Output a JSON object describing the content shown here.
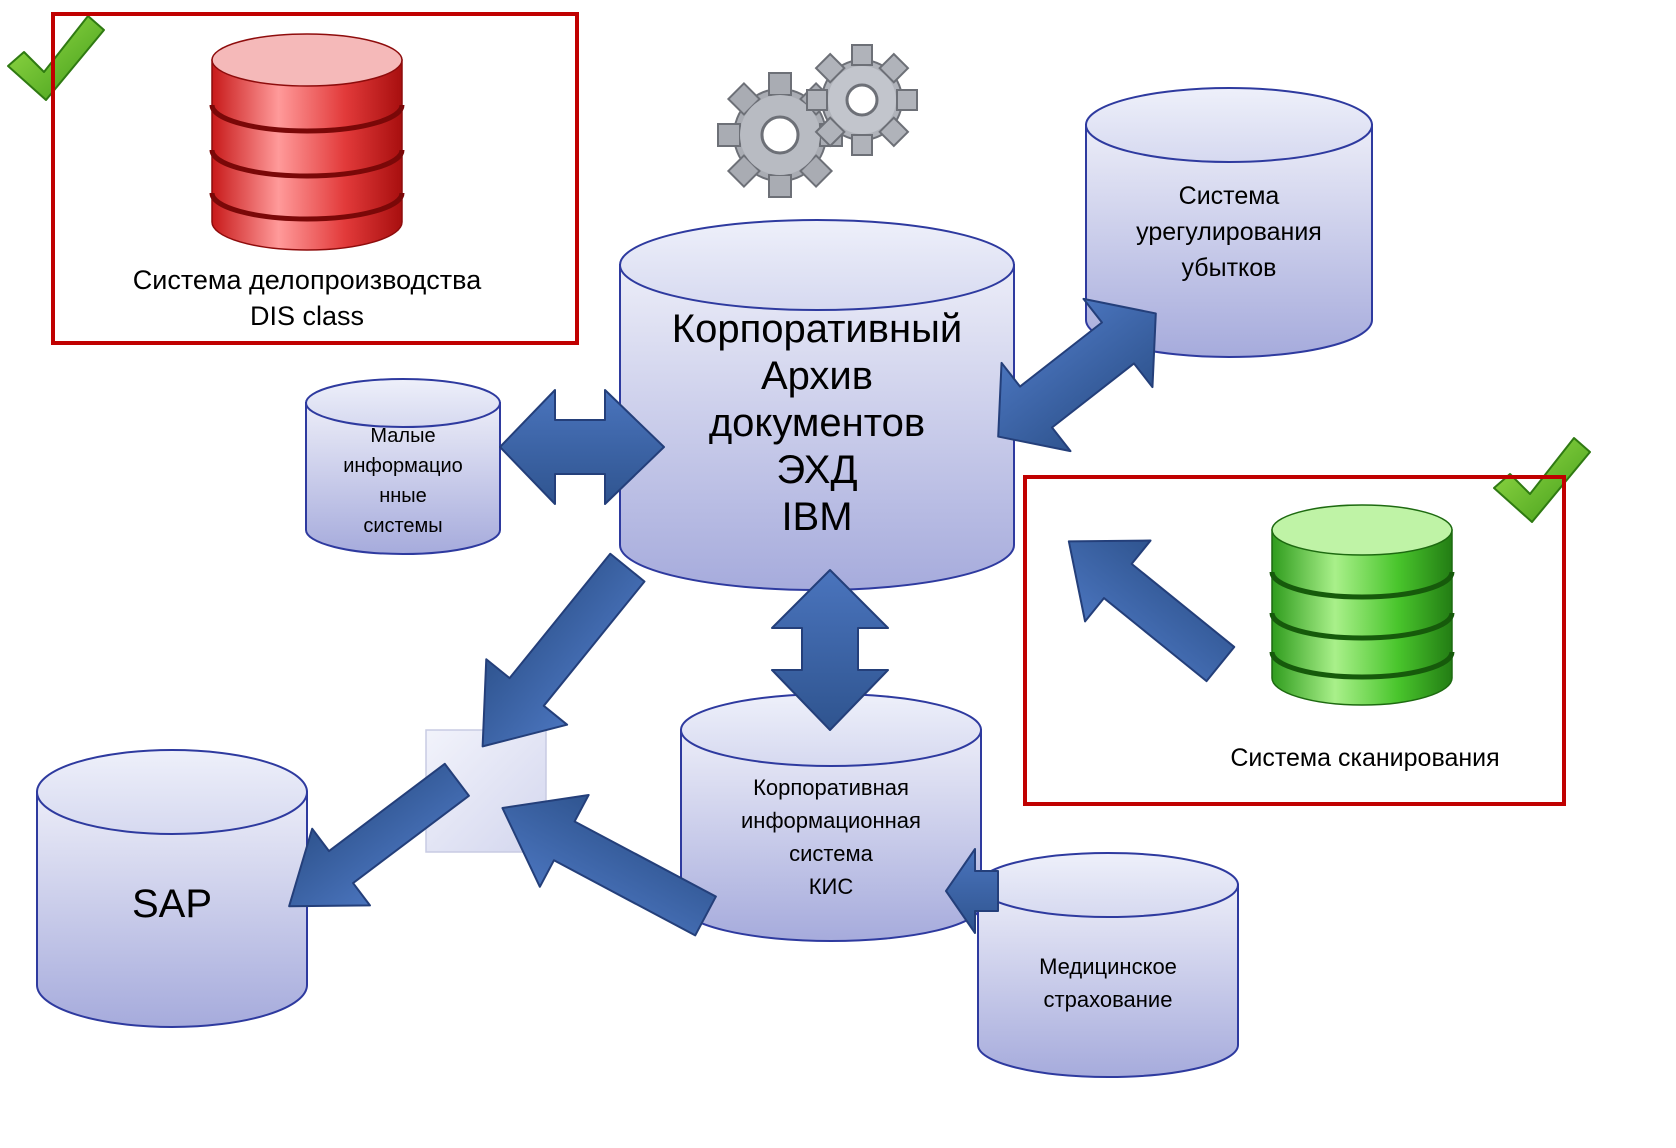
{
  "nodes": {
    "dis_class": {
      "lines": [
        "Система делопроизводства",
        "DIS class"
      ]
    },
    "archive": {
      "lines": [
        "Корпоративный",
        "Архив",
        "документов",
        "ЭХД",
        "IBM"
      ]
    },
    "claims": {
      "lines": [
        "Система",
        "урегулирования",
        "убытков"
      ]
    },
    "small_is": {
      "lines": [
        "Малые",
        "информацио",
        "нные",
        "системы"
      ]
    },
    "scanning": {
      "lines": [
        "Система сканирования"
      ]
    },
    "kis": {
      "lines": [
        "Корпоративная",
        "информационная",
        "система",
        "КИС"
      ]
    },
    "medical": {
      "lines": [
        "Медицинское",
        "страхование"
      ]
    },
    "sap": {
      "lines": [
        "SAP"
      ]
    }
  },
  "icons": [
    "checkmark-icon",
    "red-database-icon",
    "gears-icon",
    "green-database-icon",
    "checkmark-icon"
  ],
  "colors": {
    "cylinder_top": "#e3e5f5",
    "cylinder_bottom": "#a9aedd",
    "cylinder_outline": "#2e3a9f",
    "arrow_fill": "#3a62a8",
    "arrow_outline": "#243f7a",
    "frame_border": "#c00000",
    "check_green": "#6fbf2a"
  }
}
